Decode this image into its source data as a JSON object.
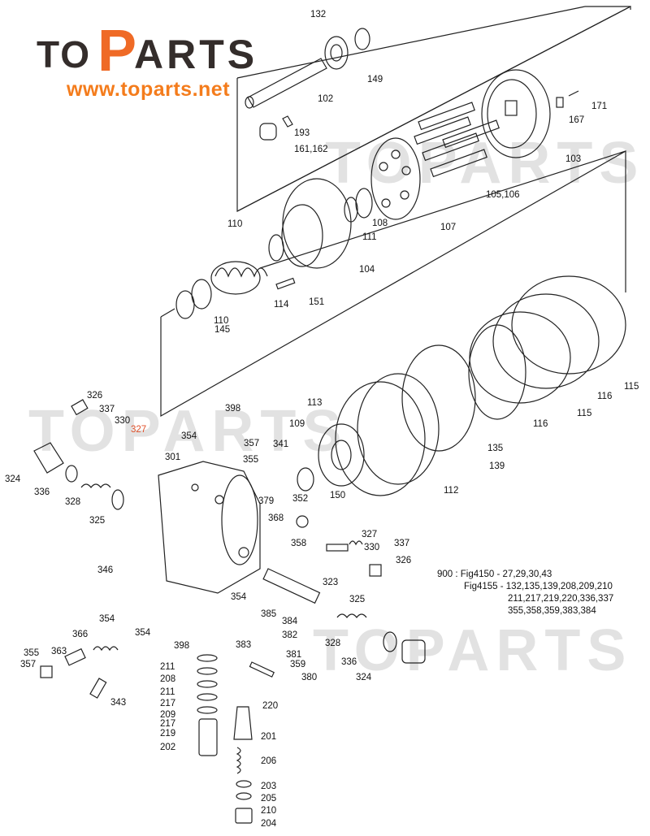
{
  "logo": {
    "to": "TO",
    "p": "P",
    "arts": "ARTS",
    "url": "www.toparts.net"
  },
  "watermark": "TOPARTS",
  "note": {
    "line1": "900 : Fig4150 - 27,29,30,43",
    "line2": "Fig4155 - 132,135,139,208,209,210",
    "line3": "211,217,219,220,336,337",
    "line4": "355,358,359,383,384"
  },
  "labels": [
    "132",
    "149",
    "102",
    "171",
    "167",
    "193",
    "161,162",
    "103",
    "105,106",
    "107",
    "108",
    "111",
    "110",
    "104",
    "114",
    "151",
    "110",
    "145",
    "115",
    "116",
    "115",
    "116",
    "135",
    "139",
    "112",
    "113",
    "109",
    "150",
    "326",
    "337",
    "330",
    "327",
    "354",
    "398",
    "357",
    "355",
    "341",
    "301",
    "324",
    "336",
    "328",
    "325",
    "379",
    "352",
    "368",
    "358",
    "327",
    "330",
    "337",
    "326",
    "346",
    "323",
    "354",
    "325",
    "354",
    "354",
    "385",
    "384",
    "382",
    "366",
    "383",
    "398",
    "328",
    "381",
    "359",
    "380",
    "336",
    "324",
    "355",
    "363",
    "357",
    "343",
    "211",
    "208",
    "211",
    "217",
    "209",
    "217",
    "219",
    "202",
    "220",
    "201",
    "206",
    "203",
    "205",
    "210",
    "204"
  ],
  "colors": {
    "brand_orange": "#ef6a26",
    "brand_dark": "#342d2b",
    "highlight": "#e0502a"
  }
}
